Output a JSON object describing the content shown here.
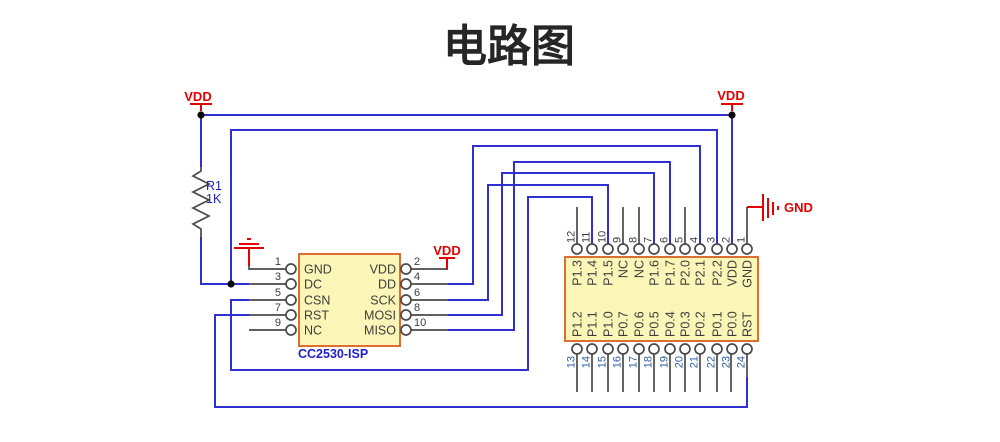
{
  "title": "电路图",
  "power": {
    "vdd": "VDD",
    "gnd": "GND"
  },
  "resistor": {
    "ref": "R1",
    "value": "1K"
  },
  "connector": {
    "name": "CC2530-ISP",
    "left_pins": [
      {
        "num": "1",
        "label": "GND"
      },
      {
        "num": "3",
        "label": "DC"
      },
      {
        "num": "5",
        "label": "CSN"
      },
      {
        "num": "7",
        "label": "RST"
      },
      {
        "num": "9",
        "label": "NC"
      }
    ],
    "right_pins": [
      {
        "num": "2",
        "label": "VDD"
      },
      {
        "num": "4",
        "label": "DD"
      },
      {
        "num": "6",
        "label": "SCK"
      },
      {
        "num": "8",
        "label": "MOSI"
      },
      {
        "num": "10",
        "label": "MISO"
      }
    ]
  },
  "ic": {
    "top_pins": [
      {
        "num": "12",
        "label": "P1.3"
      },
      {
        "num": "11",
        "label": "P1.4"
      },
      {
        "num": "10",
        "label": "P1.5"
      },
      {
        "num": "9",
        "label": "NC"
      },
      {
        "num": "8",
        "label": "NC"
      },
      {
        "num": "7",
        "label": "P1.6"
      },
      {
        "num": "6",
        "label": "P1.7"
      },
      {
        "num": "5",
        "label": "P2.0"
      },
      {
        "num": "4",
        "label": "P2.1"
      },
      {
        "num": "3",
        "label": "P2.2"
      },
      {
        "num": "2",
        "label": "VDD"
      },
      {
        "num": "1",
        "label": "GND"
      }
    ],
    "bottom_pins": [
      {
        "num": "13",
        "label": "P1.2"
      },
      {
        "num": "14",
        "label": "P1.1"
      },
      {
        "num": "15",
        "label": "P1.0"
      },
      {
        "num": "16",
        "label": "P0.7"
      },
      {
        "num": "17",
        "label": "P0.6"
      },
      {
        "num": "18",
        "label": "P0.5"
      },
      {
        "num": "19",
        "label": "P0.4"
      },
      {
        "num": "20",
        "label": "P0.3"
      },
      {
        "num": "21",
        "label": "P0.2"
      },
      {
        "num": "22",
        "label": "P0.1"
      },
      {
        "num": "23",
        "label": "P0.0"
      },
      {
        "num": "24",
        "label": "RST"
      }
    ]
  },
  "colors": {
    "wire": "#3030d0",
    "stub": "#4a4a4a",
    "power": "#e60000",
    "component_fill": "#fbf5b8",
    "component_border": "#d95f1e",
    "designator_text": "#1f1fd0",
    "bottom_pin_number": "#2d5fa8"
  }
}
